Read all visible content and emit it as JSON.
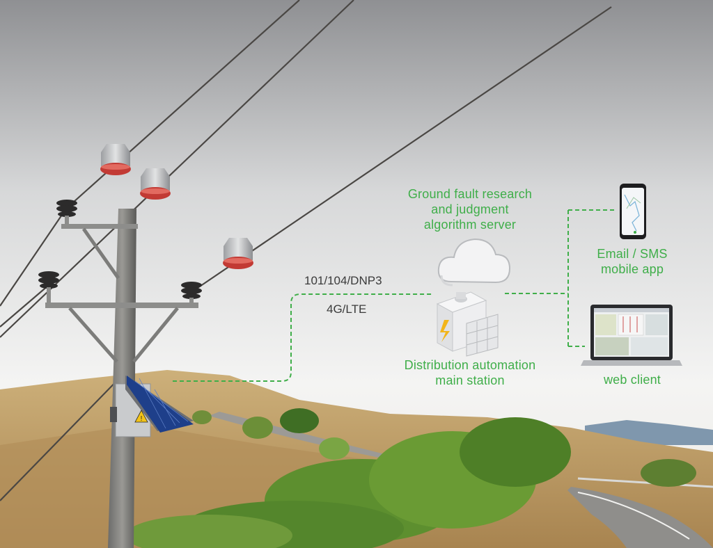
{
  "labels": {
    "server_line1": "Ground fault research",
    "server_line2": "and judgment",
    "server_line3": "algorithm server",
    "station_line1": "Distribution automation",
    "station_line2": "main station",
    "mobile_line1": "Email / SMS",
    "mobile_line2": "mobile app",
    "web": "web client",
    "protocol": "101/104/DNP3",
    "network": "4G/LTE"
  },
  "colors": {
    "accent": "#3fae49",
    "dashed_link": "#3fae49",
    "protocol_text": "#3a3a3a",
    "sky_top": "#8f9093",
    "sky_bottom": "#f4f4f3",
    "hills": "#c7a467",
    "vegetation": "#5d8f2f",
    "fault_indicator_cap": "#c23a34"
  },
  "icons": {
    "cloud": "cloud-icon",
    "station": "server-cabinet-icon",
    "phone": "smartphone-icon",
    "laptop": "laptop-icon",
    "solar": "solar-panel-icon",
    "warning": "warning-triangle-icon"
  }
}
